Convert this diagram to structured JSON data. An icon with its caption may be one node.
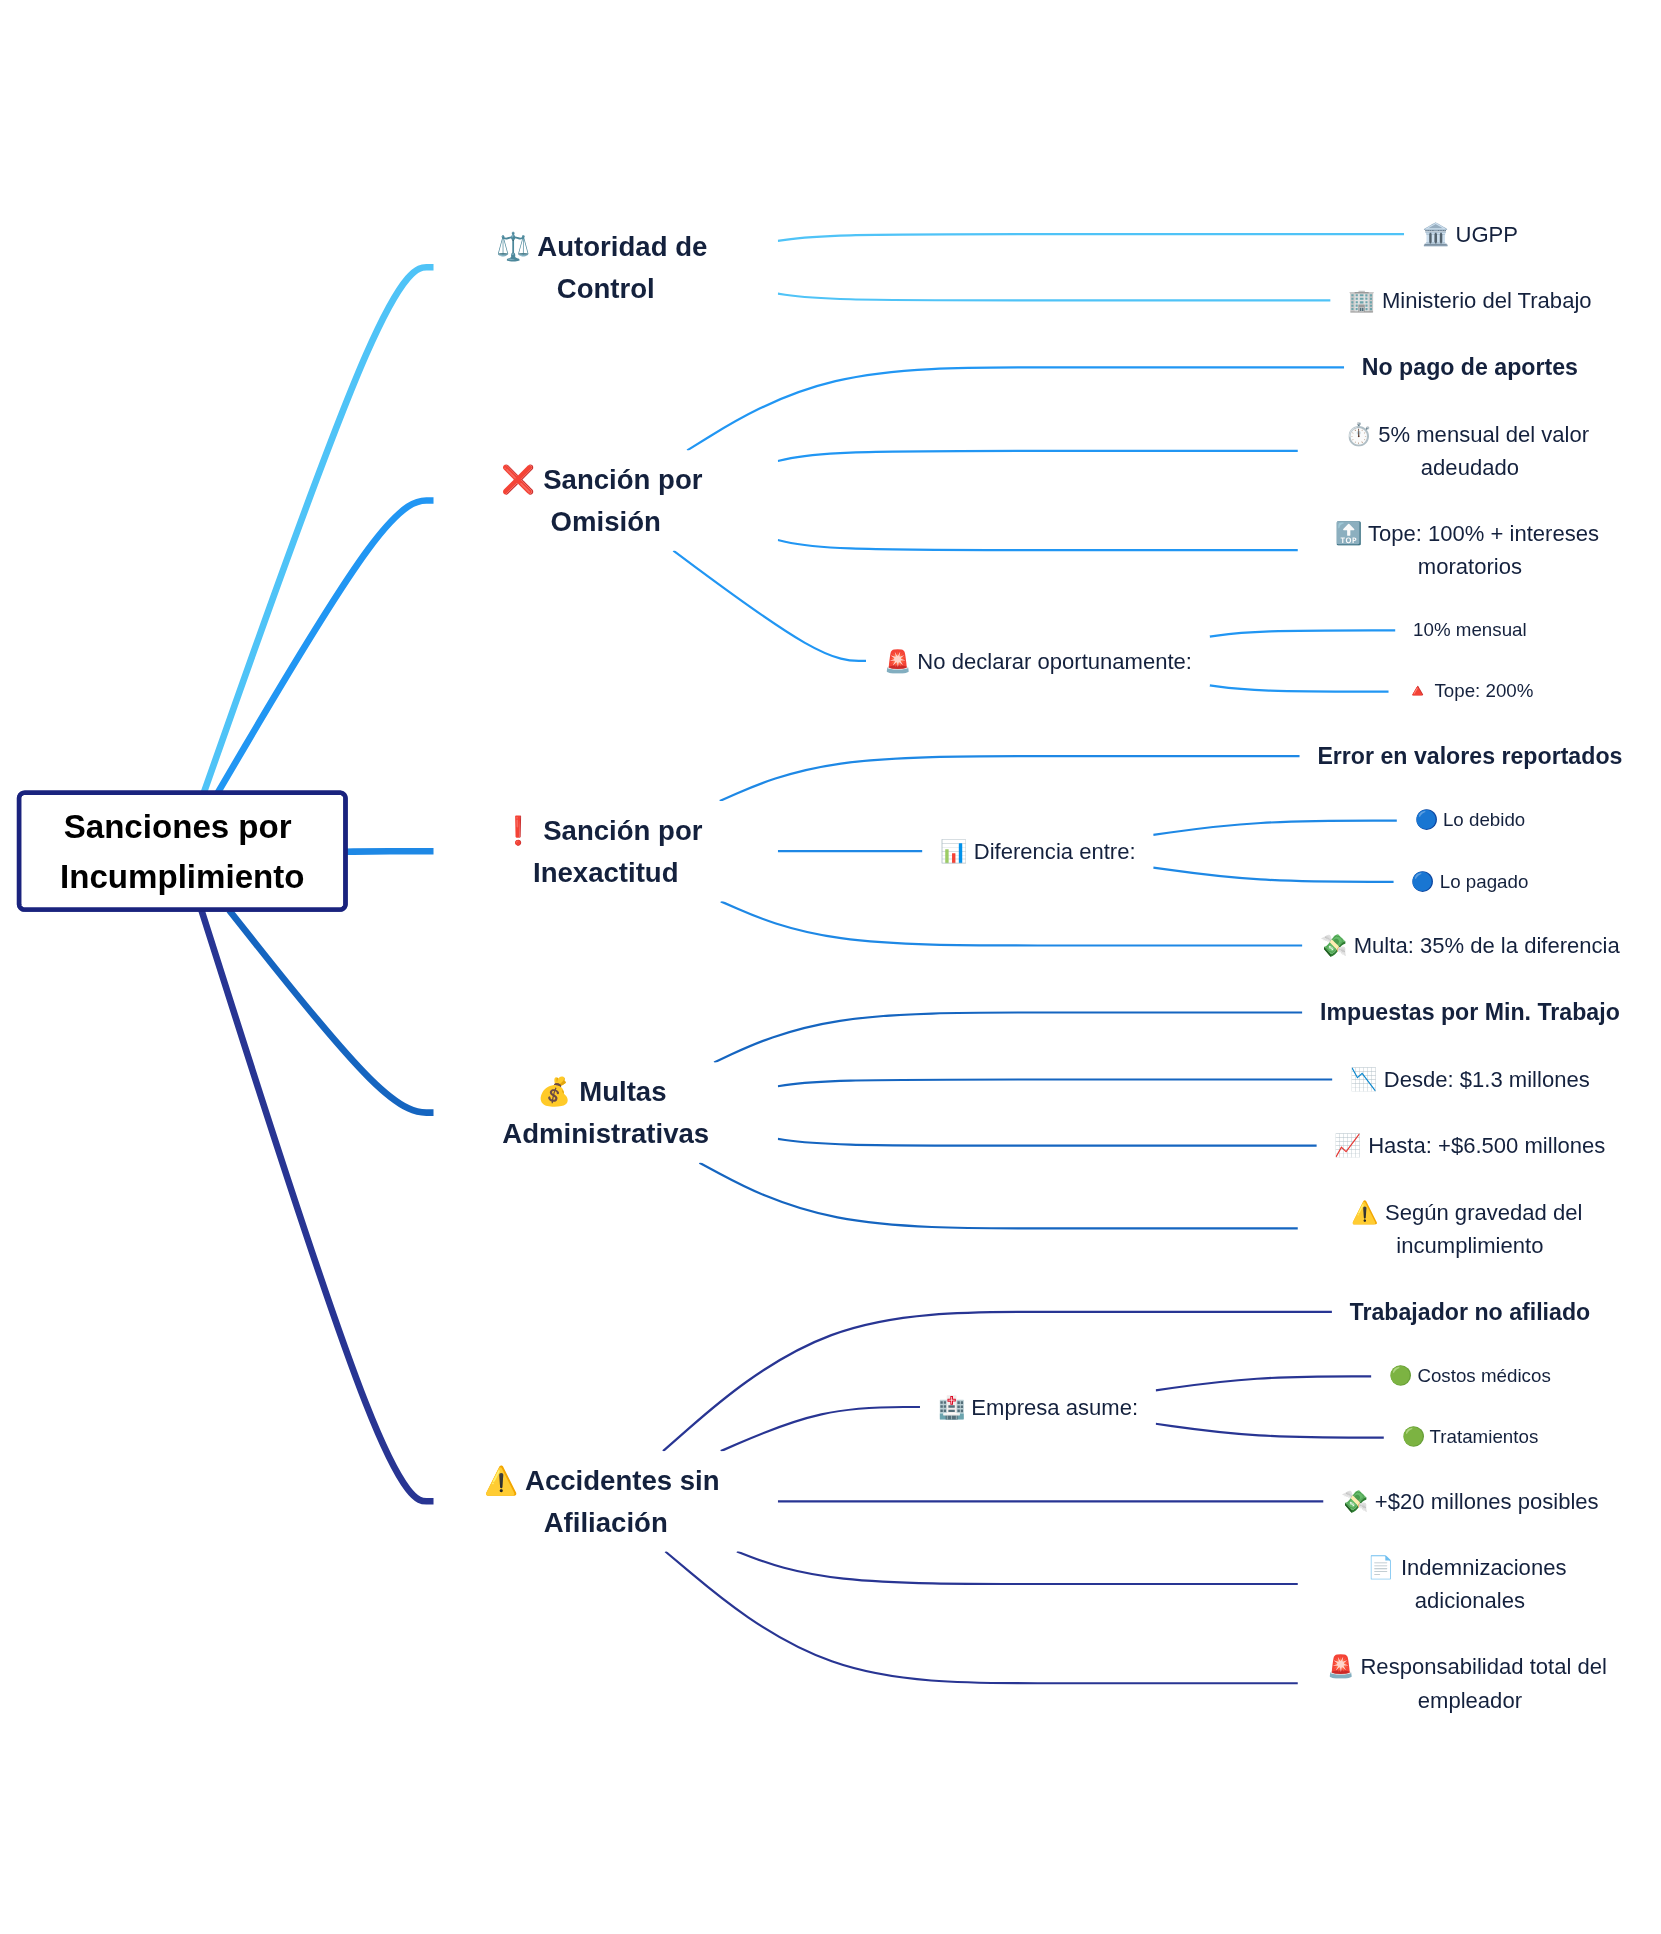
{
  "diagram": {
    "nodes": [
      {
        "text": [
          "Sanciones por Incumplimiento"
        ]
      },
      {
        "text": [
          "⚖️ Autoridad de Control"
        ]
      },
      {
        "text": [
          "🏛️ UGPP"
        ]
      },
      {
        "text": [
          "🏢 Ministerio del Trabajo"
        ]
      },
      {
        "text": [
          "❌ Sanción por Omisión"
        ]
      },
      {
        "text": [
          "No pago de aportes"
        ]
      },
      {
        "text": [
          "⏱️ 5% mensual del valor adeudado"
        ]
      },
      {
        "text": [
          "🔝 Tope: 100% + intereses moratorios"
        ]
      },
      {
        "text": [
          "🚨 No declarar oportunamente:"
        ]
      },
      {
        "text": [
          "10% mensual"
        ]
      },
      {
        "text": [
          "🔺 Tope: 200%"
        ]
      },
      {
        "text": [
          "❗ Sanción por Inexactitud"
        ]
      },
      {
        "text": [
          "Error en valores reportados"
        ]
      },
      {
        "text": [
          "📊 Diferencia entre:"
        ]
      },
      {
        "text": [
          "🔵 Lo debido"
        ]
      },
      {
        "text": [
          "🔵 Lo pagado"
        ]
      },
      {
        "text": [
          "💸 Multa: 35% de la diferencia"
        ]
      },
      {
        "text": [
          "💰 Multas Administrativas"
        ]
      },
      {
        "text": [
          "Impuestas por Min. Trabajo"
        ]
      },
      {
        "text": [
          "📉 Desde: $1.3 millones"
        ]
      },
      {
        "text": [
          "📈 Hasta: +$6.500 millones"
        ]
      },
      {
        "text": [
          "⚠️ Según gravedad del incumplimiento"
        ]
      },
      {
        "text": [
          "⚠️ Accidentes sin Afiliación"
        ]
      },
      {
        "text": [
          "Trabajador no afiliado"
        ]
      },
      {
        "text": [
          "🏥 Empresa asume:"
        ]
      },
      {
        "text": [
          "🟢 Costos médicos"
        ]
      },
      {
        "text": [
          "🟢 Tratamientos"
        ]
      },
      {
        "text": [
          "💸 +$20 millones posibles"
        ]
      },
      {
        "text": [
          "📄 Indemnizaciones adicionales"
        ]
      },
      {
        "text": [
          "🚨 Responsabilidad total del empleador"
        ]
      }
    ],
    "edges": [
      {
        "from": 0,
        "to": 1,
        "arrow": "none",
        "style": "thick",
        "color": "#4fc3f7"
      },
      {
        "from": 1,
        "to": 2,
        "arrow": "none",
        "color": "#4fc3f7"
      },
      {
        "from": 1,
        "to": 3,
        "arrow": "none",
        "color": "#4fc3f7"
      },
      {
        "from": 0,
        "to": 4,
        "arrow": "none",
        "style": "thick",
        "color": "#2196f3"
      },
      {
        "from": 4,
        "to": 5,
        "arrow": "none",
        "color": "#2196f3"
      },
      {
        "from": 4,
        "to": 6,
        "arrow": "none",
        "color": "#2196f3"
      },
      {
        "from": 4,
        "to": 7,
        "arrow": "none",
        "color": "#2196f3"
      },
      {
        "from": 4,
        "to": 8,
        "arrow": "none",
        "color": "#2196f3"
      },
      {
        "from": 8,
        "to": 9,
        "arrow": "none",
        "color": "#2196f3"
      },
      {
        "from": 8,
        "to": 10,
        "arrow": "none",
        "color": "#2196f3"
      },
      {
        "from": 0,
        "to": 11,
        "arrow": "none",
        "style": "thick",
        "color": "#1e88e5"
      },
      {
        "from": 11,
        "to": 12,
        "arrow": "none",
        "color": "#1e88e5"
      },
      {
        "from": 11,
        "to": 13,
        "arrow": "none",
        "color": "#1e88e5"
      },
      {
        "from": 13,
        "to": 14,
        "arrow": "none",
        "color": "#1e88e5"
      },
      {
        "from": 13,
        "to": 15,
        "arrow": "none",
        "color": "#1e88e5"
      },
      {
        "from": 11,
        "to": 16,
        "arrow": "none",
        "color": "#1e88e5"
      },
      {
        "from": 0,
        "to": 17,
        "arrow": "none",
        "style": "thick",
        "color": "#1565c0"
      },
      {
        "from": 17,
        "to": 18,
        "arrow": "none",
        "color": "#1565c0"
      },
      {
        "from": 17,
        "to": 19,
        "arrow": "none",
        "color": "#1565c0"
      },
      {
        "from": 17,
        "to": 20,
        "arrow": "none",
        "color": "#1565c0"
      },
      {
        "from": 17,
        "to": 21,
        "arrow": "none",
        "color": "#1565c0"
      },
      {
        "from": 0,
        "to": 22,
        "arrow": "none",
        "style": "thick",
        "color": "#283593"
      },
      {
        "from": 22,
        "to": 23,
        "arrow": "none",
        "color": "#283593"
      },
      {
        "from": 22,
        "to": 24,
        "arrow": "none",
        "color": "#283593"
      },
      {
        "from": 24,
        "to": 25,
        "arrow": "none",
        "color": "#283593"
      },
      {
        "from": 24,
        "to": 26,
        "arrow": "none",
        "color": "#283593"
      },
      {
        "from": 22,
        "to": 27,
        "arrow": "none",
        "color": "#283593"
      },
      {
        "from": 22,
        "to": 28,
        "arrow": "none",
        "color": "#283593"
      },
      {
        "from": 22,
        "to": 29,
        "arrow": "none",
        "color": "#283593"
      }
    ]
  }
}
